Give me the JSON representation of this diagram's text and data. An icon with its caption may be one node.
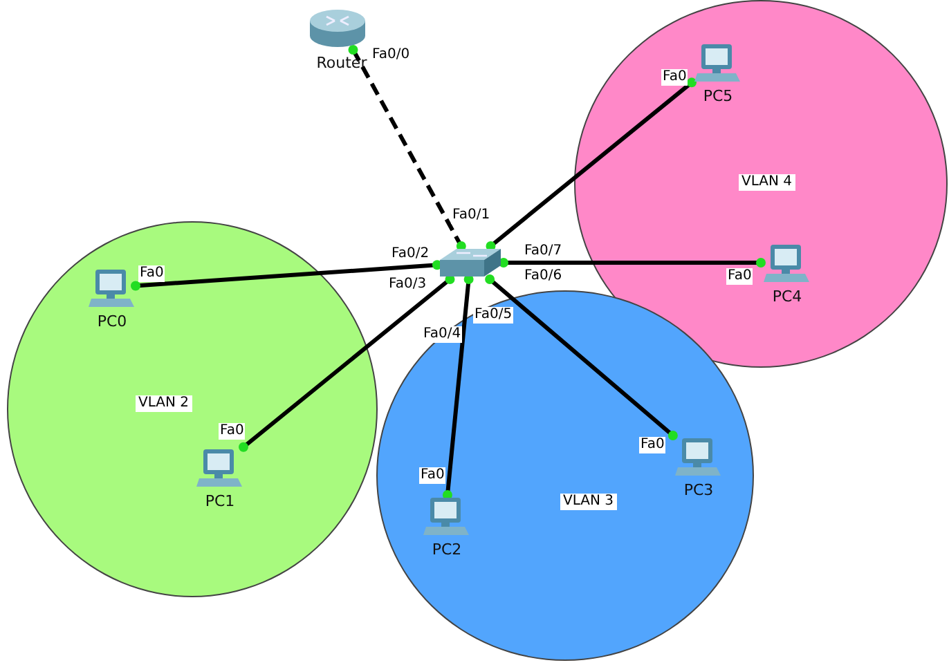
{
  "diagram": {
    "nodes": [
      {
        "text": [
          "Router"
        ]
      },
      {
        "text": [],
        "shape": "picture"
      },
      {
        "text": [
          "VLAN 4"
        ]
      },
      {
        "text": [
          "PC5"
        ],
        "in": 2
      },
      {
        "text": [
          "PC4"
        ],
        "in": 2
      },
      {
        "text": [
          "VLAN 2"
        ]
      },
      {
        "text": [
          "PC0"
        ],
        "in": 5
      },
      {
        "text": [
          "PC1"
        ],
        "in": 5
      },
      {
        "text": [
          "VLAN 3"
        ]
      },
      {
        "text": [
          "PC2"
        ],
        "in": 8
      },
      {
        "text": [
          "PC3"
        ],
        "in": 8
      }
    ],
    "edges": [
      {
        "from": 0,
        "to": 1,
        "arrow": "none",
        "style": "dashed"
      },
      {
        "from": 1,
        "to": 6,
        "arrow": "none"
      },
      {
        "from": 1,
        "to": 7,
        "arrow": "none"
      },
      {
        "from": 1,
        "to": 9,
        "arrow": "none"
      },
      {
        "from": 1,
        "to": 10,
        "arrow": "none"
      },
      {
        "from": 1,
        "to": 4,
        "arrow": "none"
      },
      {
        "from": 1,
        "to": 3,
        "arrow": "none"
      }
    ],
    "labels": [
      "Fa0/0",
      "Fa0",
      "Fa0/1",
      "Fa0/2",
      "Fa0/7",
      "Fa0/3",
      "Fa0/6",
      "Fa0/5",
      "Fa0/4",
      "Fa0",
      "Fa0",
      "Fa0",
      "Fa0",
      "Fa0"
    ]
  }
}
